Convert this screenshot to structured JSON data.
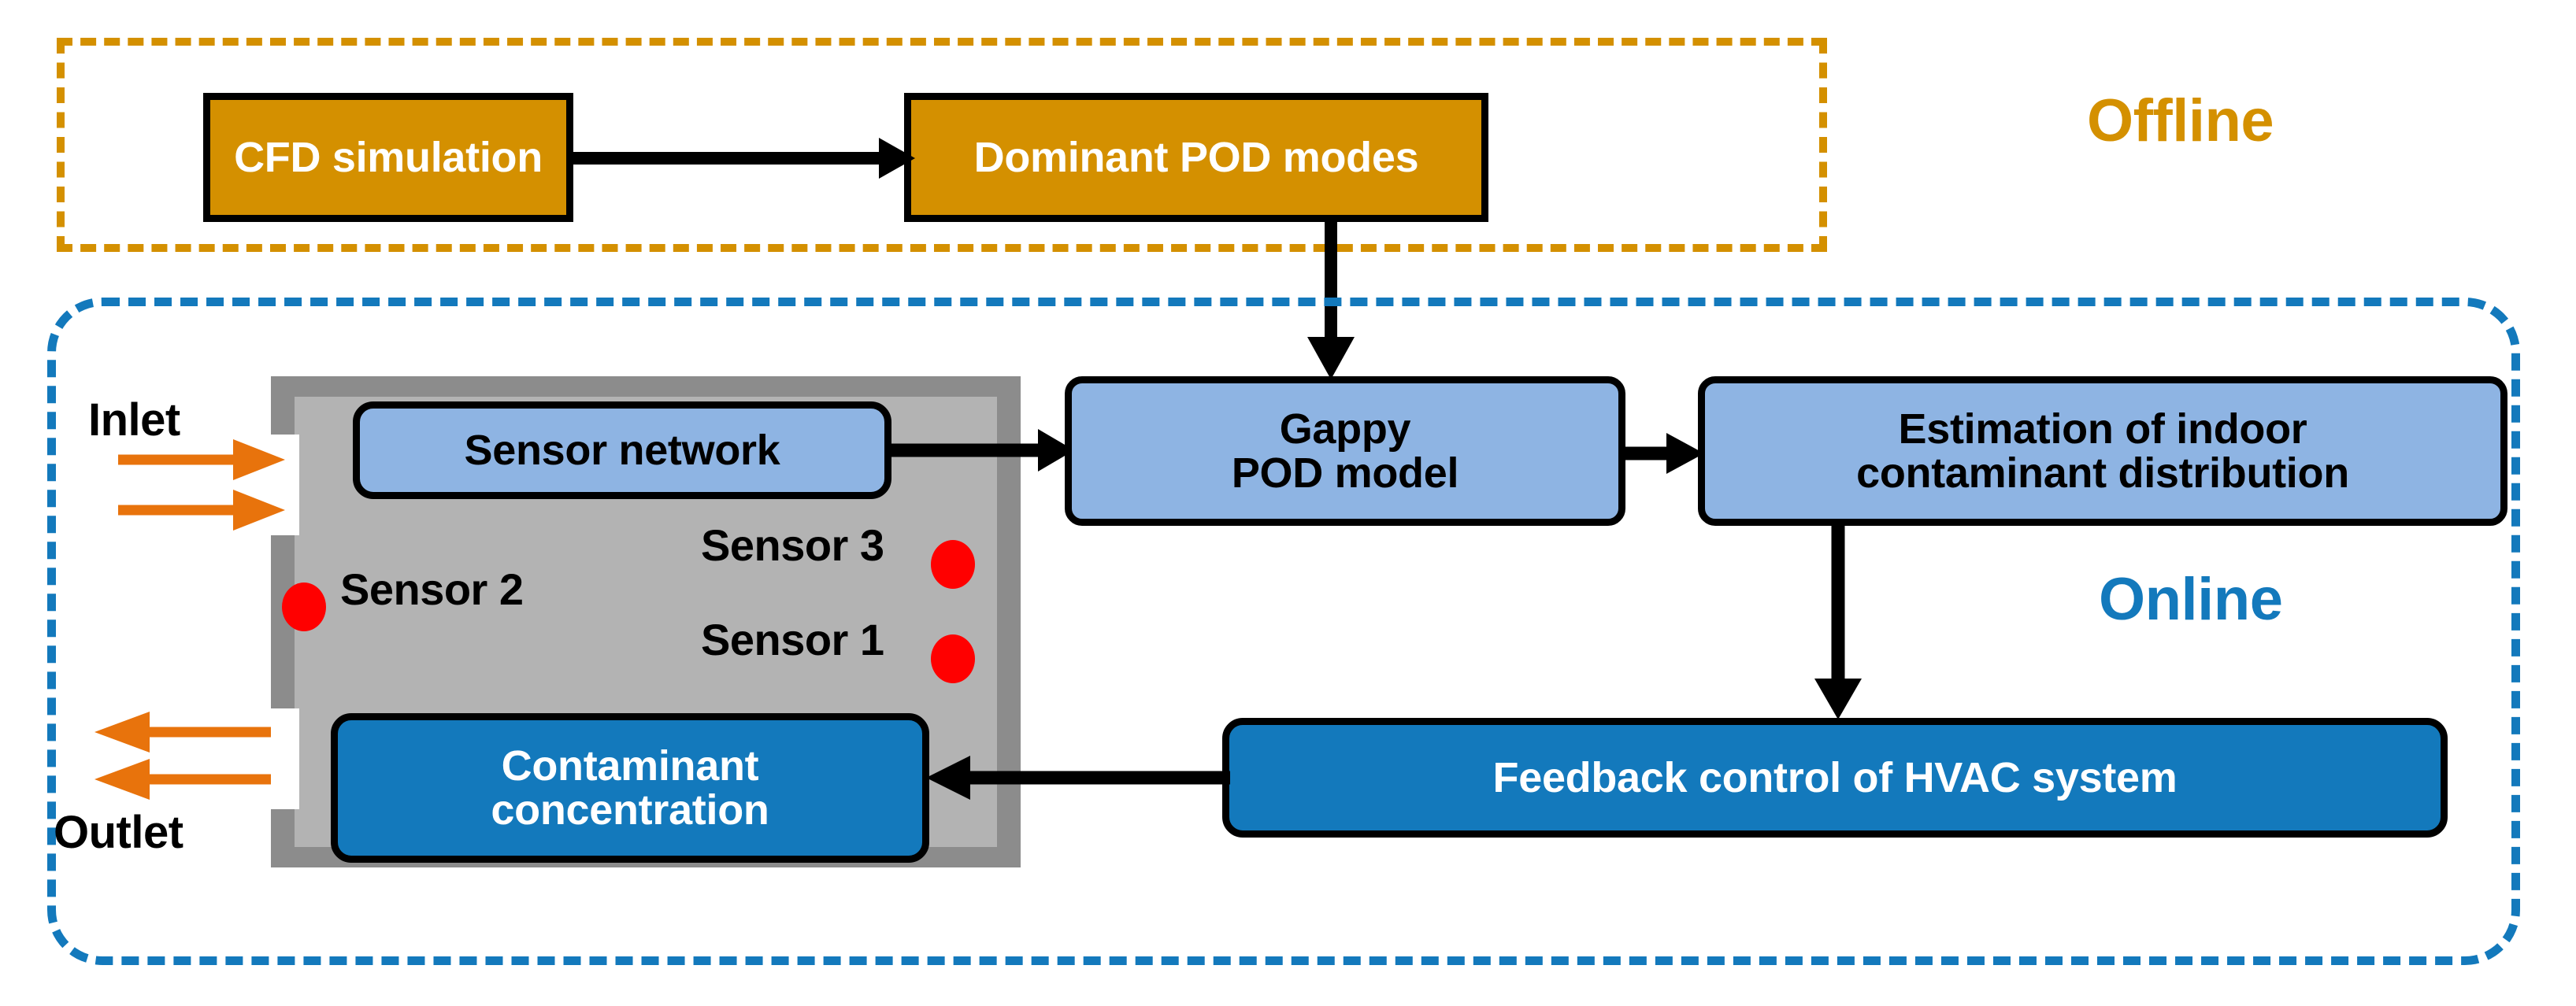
{
  "diagram": {
    "title_regions": {
      "offline_label": "Offline",
      "online_label": "Online"
    },
    "colors": {
      "offline_accent": "#D49000",
      "online_accent": "#1379BC",
      "light_blue_box": "#8EB4E3",
      "dark_blue_box": "#1379BC",
      "gold_box": "#D49000",
      "room_wall": "#8C8C8C",
      "room_interior": "#B3B3B3",
      "sensor_dot": "#FF0000",
      "flow_arrow": "#E8730C",
      "connector": "#000000"
    },
    "offline": {
      "nodes": [
        {
          "id": "cfd",
          "label": "CFD simulation",
          "style": "gold"
        },
        {
          "id": "pod",
          "label": "Dominant POD modes",
          "style": "gold"
        }
      ]
    },
    "online": {
      "nodes": [
        {
          "id": "sensor_network",
          "label": "Sensor network",
          "style": "light-blue"
        },
        {
          "id": "gappy",
          "label_line1": "Gappy",
          "label_line2": "POD model",
          "style": "light-blue"
        },
        {
          "id": "estimation",
          "label_line1": "Estimation of indoor",
          "label_line2": "contaminant distribution",
          "style": "light-blue"
        },
        {
          "id": "feedback",
          "label": "Feedback control of HVAC system",
          "style": "dark-blue"
        },
        {
          "id": "contaminant",
          "label_line1": "Contaminant",
          "label_line2": "concentration",
          "style": "dark-blue"
        }
      ],
      "room": {
        "inlet_label": "Inlet",
        "outlet_label": "Outlet",
        "inlet_arrow_count": 2,
        "outlet_arrow_count": 2,
        "sensors": [
          {
            "id": "sensor2",
            "label": "Sensor 2"
          },
          {
            "id": "sensor3",
            "label": "Sensor 3"
          },
          {
            "id": "sensor1",
            "label": "Sensor 1"
          }
        ]
      }
    },
    "edges": [
      {
        "from": "cfd",
        "to": "pod",
        "direction": "right"
      },
      {
        "from": "pod",
        "to": "gappy",
        "direction": "down"
      },
      {
        "from": "sensor_network",
        "to": "gappy",
        "direction": "right"
      },
      {
        "from": "gappy",
        "to": "estimation",
        "direction": "right"
      },
      {
        "from": "estimation",
        "to": "feedback",
        "direction": "down"
      },
      {
        "from": "feedback",
        "to": "contaminant",
        "direction": "left"
      }
    ]
  }
}
